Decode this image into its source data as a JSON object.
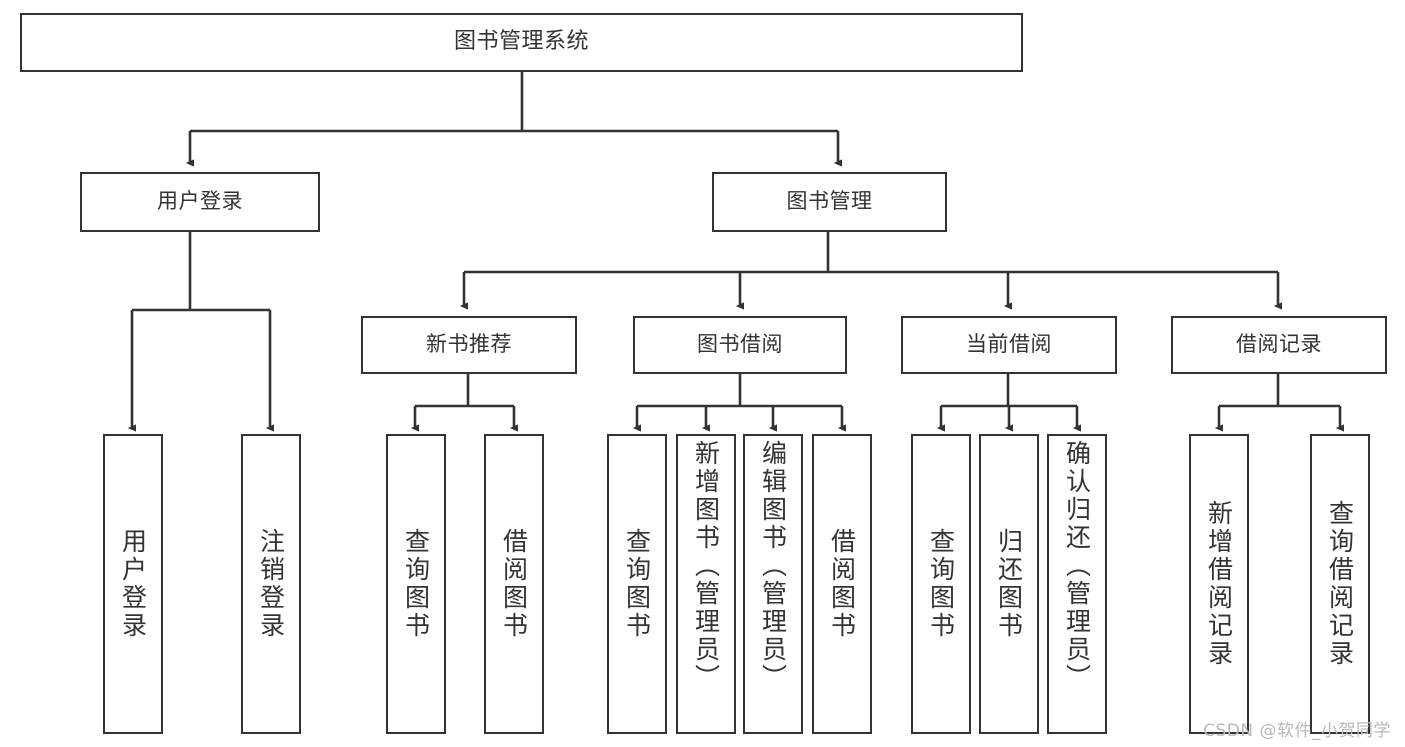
{
  "diagram": {
    "title": "图书管理系统",
    "type": "tree",
    "watermark": "CSDN @软件_小贺同学",
    "colors": {
      "border": "#333333",
      "text": "#333333",
      "background": "#ffffff",
      "edge": "#333333",
      "watermark": "#b9b9b9"
    },
    "nodes": {
      "root": {
        "label": "图书管理系统"
      },
      "level1": [
        {
          "id": "user-login",
          "label": "用户登录"
        },
        {
          "id": "book-manage",
          "label": "图书管理"
        }
      ],
      "level2": [
        {
          "id": "new-book-recommend",
          "label": "新书推荐",
          "parent": "book-manage"
        },
        {
          "id": "book-borrow",
          "label": "图书借阅",
          "parent": "book-manage"
        },
        {
          "id": "current-borrow",
          "label": "当前借阅",
          "parent": "book-manage"
        },
        {
          "id": "borrow-record",
          "label": "借阅记录",
          "parent": "book-manage"
        }
      ],
      "leaves": [
        {
          "id": "leaf-user-login",
          "label": "用户登录",
          "parent": "user-login"
        },
        {
          "id": "leaf-user-logout",
          "label": "注销登录",
          "parent": "user-login"
        },
        {
          "id": "leaf-query-book-1",
          "label": "查询图书",
          "parent": "new-book-recommend"
        },
        {
          "id": "leaf-borrow-book-1",
          "label": "借阅图书",
          "parent": "new-book-recommend"
        },
        {
          "id": "leaf-query-book-2",
          "label": "查询图书",
          "parent": "book-borrow"
        },
        {
          "id": "leaf-add-book",
          "label": "新增图书（管理员）",
          "parent": "book-borrow"
        },
        {
          "id": "leaf-edit-book",
          "label": "编辑图书（管理员）",
          "parent": "book-borrow"
        },
        {
          "id": "leaf-borrow-book-2",
          "label": "借阅图书",
          "parent": "book-borrow"
        },
        {
          "id": "leaf-query-book-3",
          "label": "查询图书",
          "parent": "current-borrow"
        },
        {
          "id": "leaf-return-book",
          "label": "归还图书",
          "parent": "current-borrow"
        },
        {
          "id": "leaf-confirm-return",
          "label": "确认归还（管理员）",
          "parent": "current-borrow"
        },
        {
          "id": "leaf-add-record",
          "label": "新增借阅记录",
          "parent": "borrow-record"
        },
        {
          "id": "leaf-query-record",
          "label": "查询借阅记录",
          "parent": "borrow-record"
        }
      ]
    }
  }
}
